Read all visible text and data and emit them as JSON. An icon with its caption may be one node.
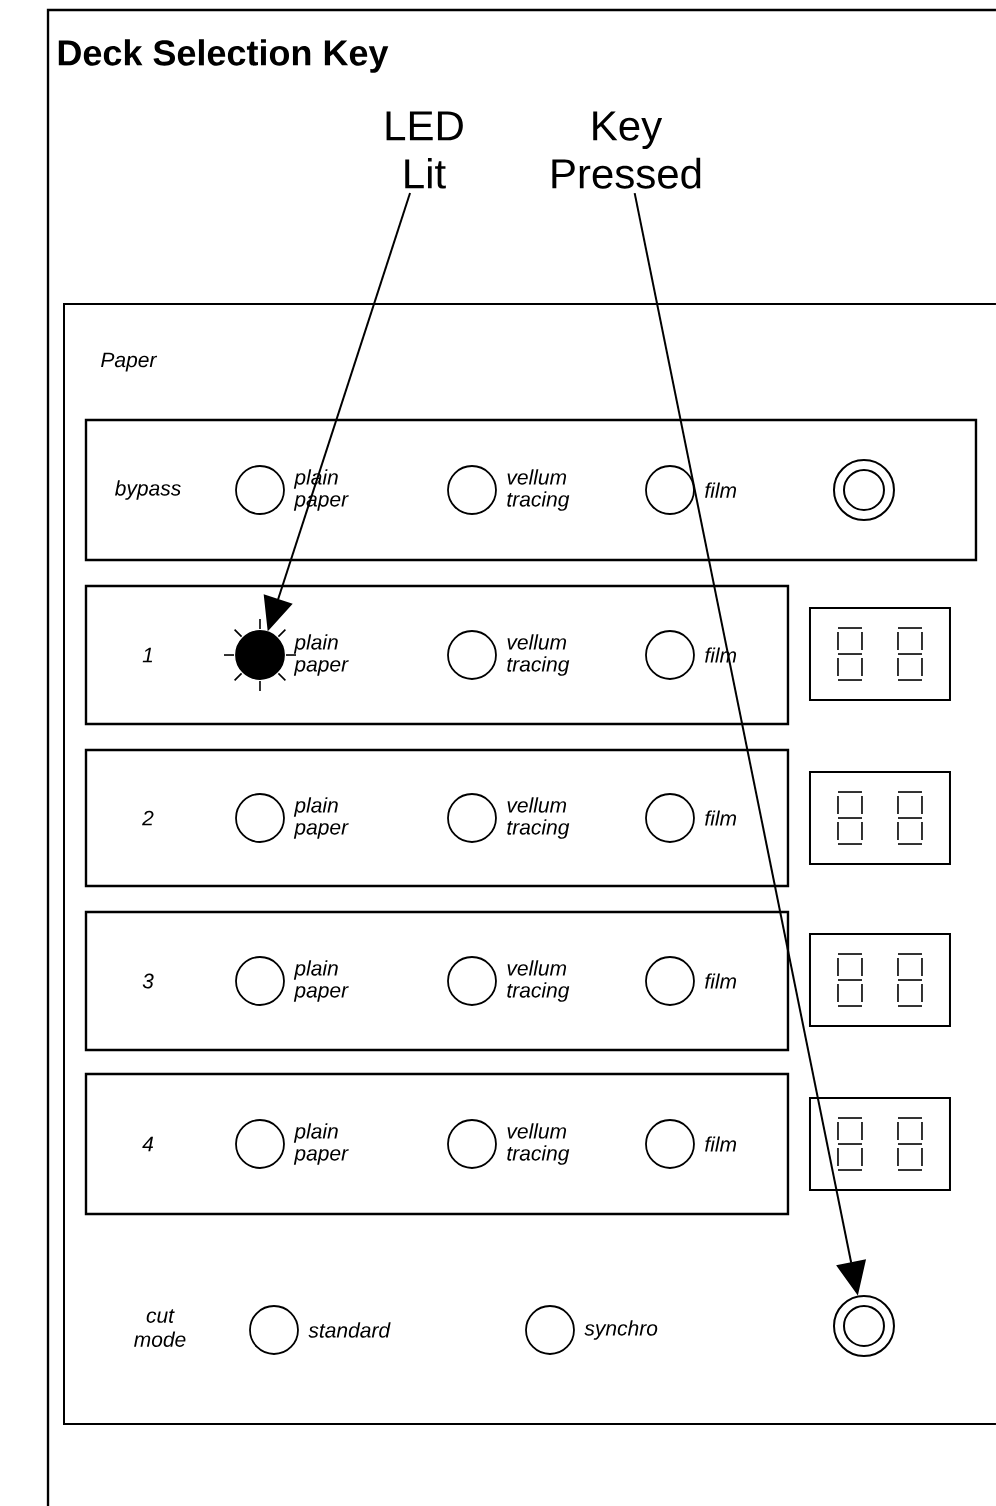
{
  "diagram": {
    "title": "Deck Selection Key",
    "nodes": [
      {
        "text": [
          "LED Lit"
        ]
      },
      {
        "text": [
          "Key Pressed"
        ]
      },
      {
        "text": [
          "Paper"
        ]
      },
      {
        "text": [
          "bypass"
        ],
        "in": 2
      },
      {
        "text": [],
        "shape": "circle",
        "beside": [
          "plain paper"
        ],
        "in": 3
      },
      {
        "text": [],
        "shape": "circle",
        "beside": [
          "vellum tracing"
        ],
        "in": 3
      },
      {
        "text": [],
        "shape": "circle",
        "beside": [
          "film"
        ],
        "in": 3
      },
      {
        "text": [],
        "shape": "button",
        "in": 3
      },
      {
        "text": [
          "1"
        ],
        "in": 2
      },
      {
        "text": [],
        "shape": "sun",
        "beside": [
          "plain paper"
        ],
        "in": 8
      },
      {
        "text": [],
        "shape": "circle",
        "beside": [
          "vellum tracing"
        ],
        "in": 8
      },
      {
        "text": [],
        "shape": "circle",
        "beside": [
          "film"
        ],
        "in": 8
      },
      {
        "text": [
          "2"
        ],
        "in": 2
      },
      {
        "text": [],
        "shape": "circle",
        "beside": [
          "plain paper"
        ],
        "in": 12
      },
      {
        "text": [],
        "shape": "circle",
        "beside": [
          "vellum tracing"
        ],
        "in": 12
      },
      {
        "text": [],
        "shape": "circle",
        "beside": [
          "film"
        ],
        "in": 12
      },
      {
        "text": [
          "3"
        ],
        "in": 2
      },
      {
        "text": [],
        "shape": "circle",
        "beside": [
          "plain paper"
        ],
        "in": 16
      },
      {
        "text": [],
        "shape": "circle",
        "beside": [
          "vellum tracing"
        ],
        "in": 16
      },
      {
        "text": [],
        "shape": "circle",
        "beside": [
          "film"
        ],
        "in": 16
      },
      {
        "text": [
          "4"
        ],
        "in": 2
      },
      {
        "text": [],
        "shape": "circle",
        "beside": [
          "plain paper"
        ],
        "in": 20
      },
      {
        "text": [],
        "shape": "circle",
        "beside": [
          "vellum tracing"
        ],
        "in": 20
      },
      {
        "text": [],
        "shape": "circle",
        "beside": [
          "film"
        ],
        "in": 20
      },
      {
        "text": [],
        "shape": "circle",
        "beside": [
          "standard"
        ],
        "in": 2
      },
      {
        "text": [],
        "shape": "circle",
        "beside": [
          "synchro"
        ],
        "in": 2
      },
      {
        "text": [],
        "shape": "button",
        "in": 2
      }
    ],
    "edges": [
      {
        "from": 0,
        "to": 9,
        "arrow": "to"
      },
      {
        "from": 1,
        "to": 26,
        "arrow": "to"
      }
    ],
    "labels": [
      "cut mode"
    ]
  }
}
